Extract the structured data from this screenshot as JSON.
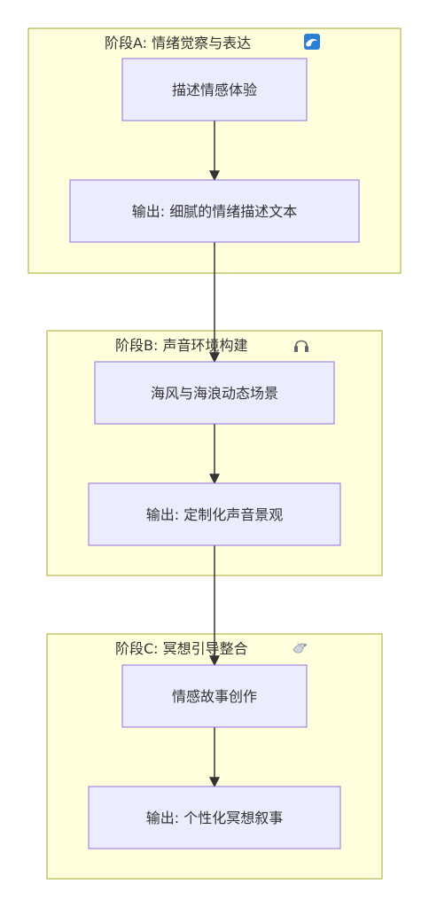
{
  "diagram": {
    "stages": [
      {
        "title": "阶段A: 情绪觉察与表达",
        "icon": "wave-icon",
        "nodes": [
          {
            "label": "描述情感体验"
          },
          {
            "label": "输出: 细腻的情绪描述文本"
          }
        ]
      },
      {
        "title": "阶段B: 声音环境构建",
        "icon": "headphones-icon",
        "nodes": [
          {
            "label": "海风与海浪动态场景"
          },
          {
            "label": "输出: 定制化声音景观"
          }
        ]
      },
      {
        "title": "阶段C: 冥想引导整合",
        "icon": "dove-icon",
        "nodes": [
          {
            "label": "情感故事创作"
          },
          {
            "label": "输出: 个性化冥想叙事"
          }
        ]
      }
    ],
    "colors": {
      "cluster_fill": "#ffffde",
      "cluster_stroke": "#aaaa33",
      "node_fill": "#ececff",
      "node_stroke": "#9370db",
      "edge": "#333333"
    }
  }
}
